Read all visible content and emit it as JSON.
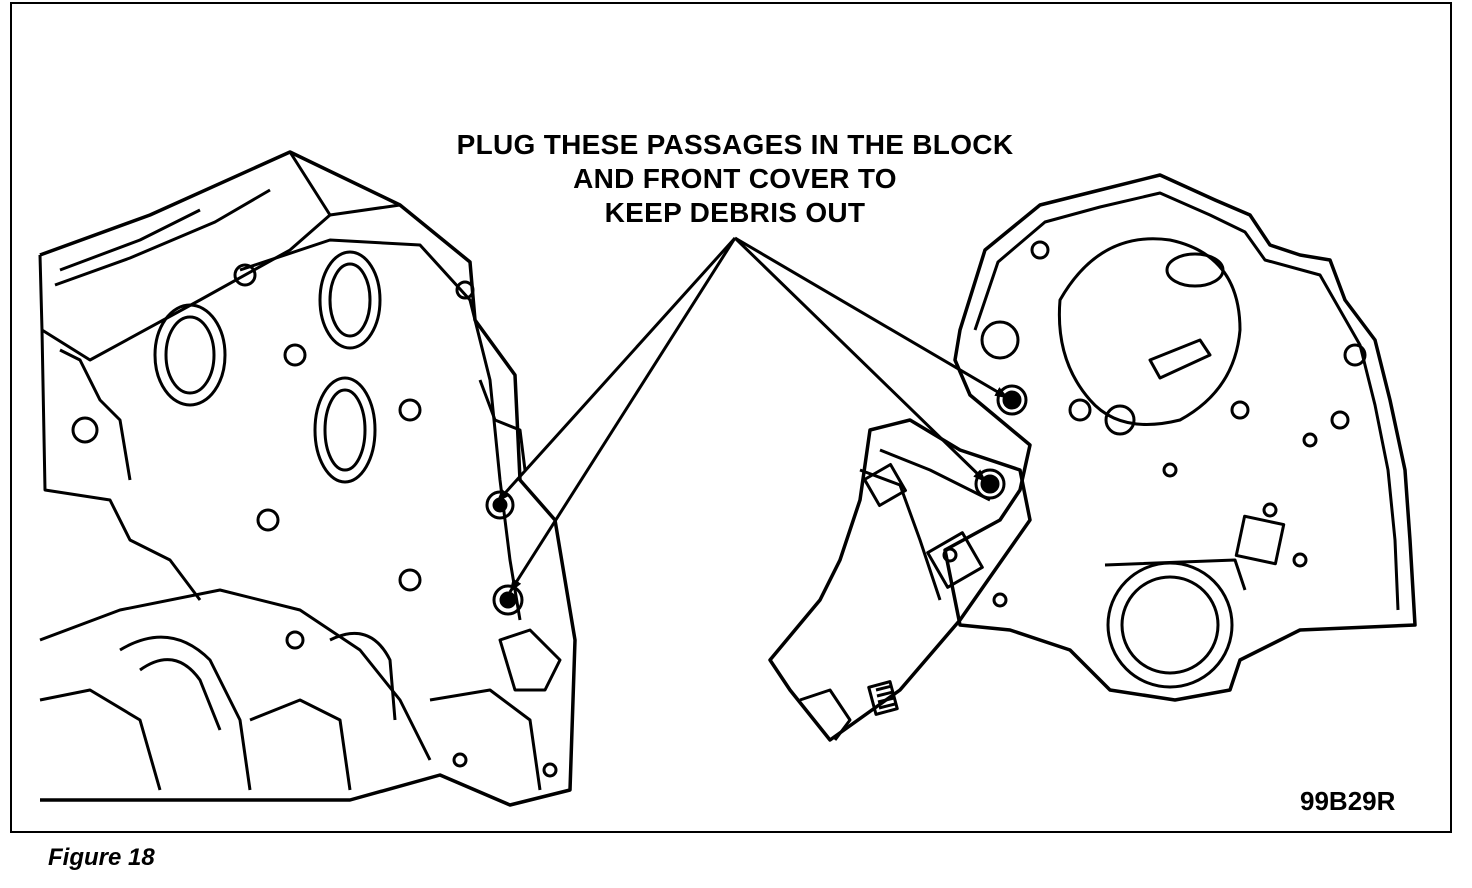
{
  "callout": {
    "line1": "PLUG THESE PASSAGES IN THE BLOCK",
    "line2": "AND FRONT COVER TO",
    "line3": "KEEP DEBRIS OUT"
  },
  "figure_code": "99B29R",
  "caption": "Figure 18",
  "colors": {
    "ink": "#000000",
    "paper": "#ffffff"
  }
}
